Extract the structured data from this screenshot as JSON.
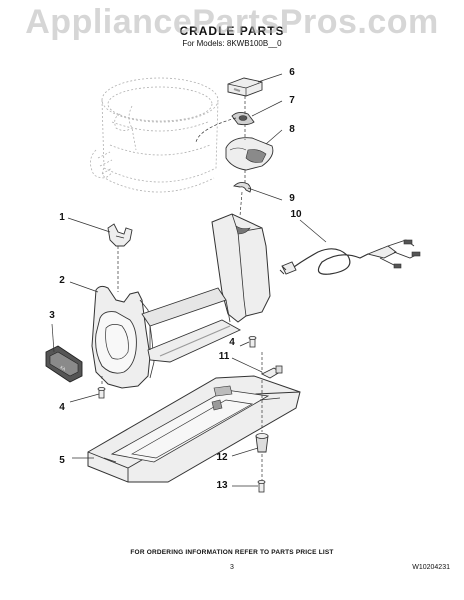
{
  "watermark": "AppliancePartsPros.com",
  "title": "CRADLE PARTS",
  "models_line": "For Models: 8KWB100B__0",
  "callouts": [
    "1",
    "2",
    "3",
    "4",
    "4",
    "5",
    "6",
    "7",
    "8",
    "9",
    "10",
    "11",
    "12",
    "13"
  ],
  "footer": {
    "note": "FOR ORDERING INFORMATION REFER TO PARTS PRICE LIST",
    "page_number": "3",
    "doc_number": "W10204231"
  },
  "colors": {
    "line": "#333333",
    "part_fill": "#eeeeee",
    "shade": "#9a9a9a",
    "ghost": "#b0b0b0",
    "watermark": "#b4b4b4"
  }
}
